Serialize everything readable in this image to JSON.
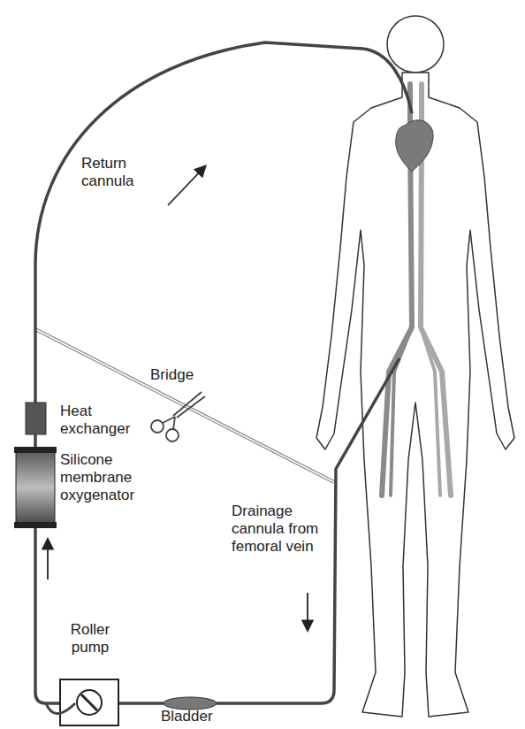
{
  "diagram": {
    "labels": [
      "Return cannula",
      "Bridge",
      "Heat exchanger",
      "Silicone membrane oxygenator",
      "Drainage cannula from femoral vein",
      "Roller pump",
      "Bladder"
    ]
  }
}
